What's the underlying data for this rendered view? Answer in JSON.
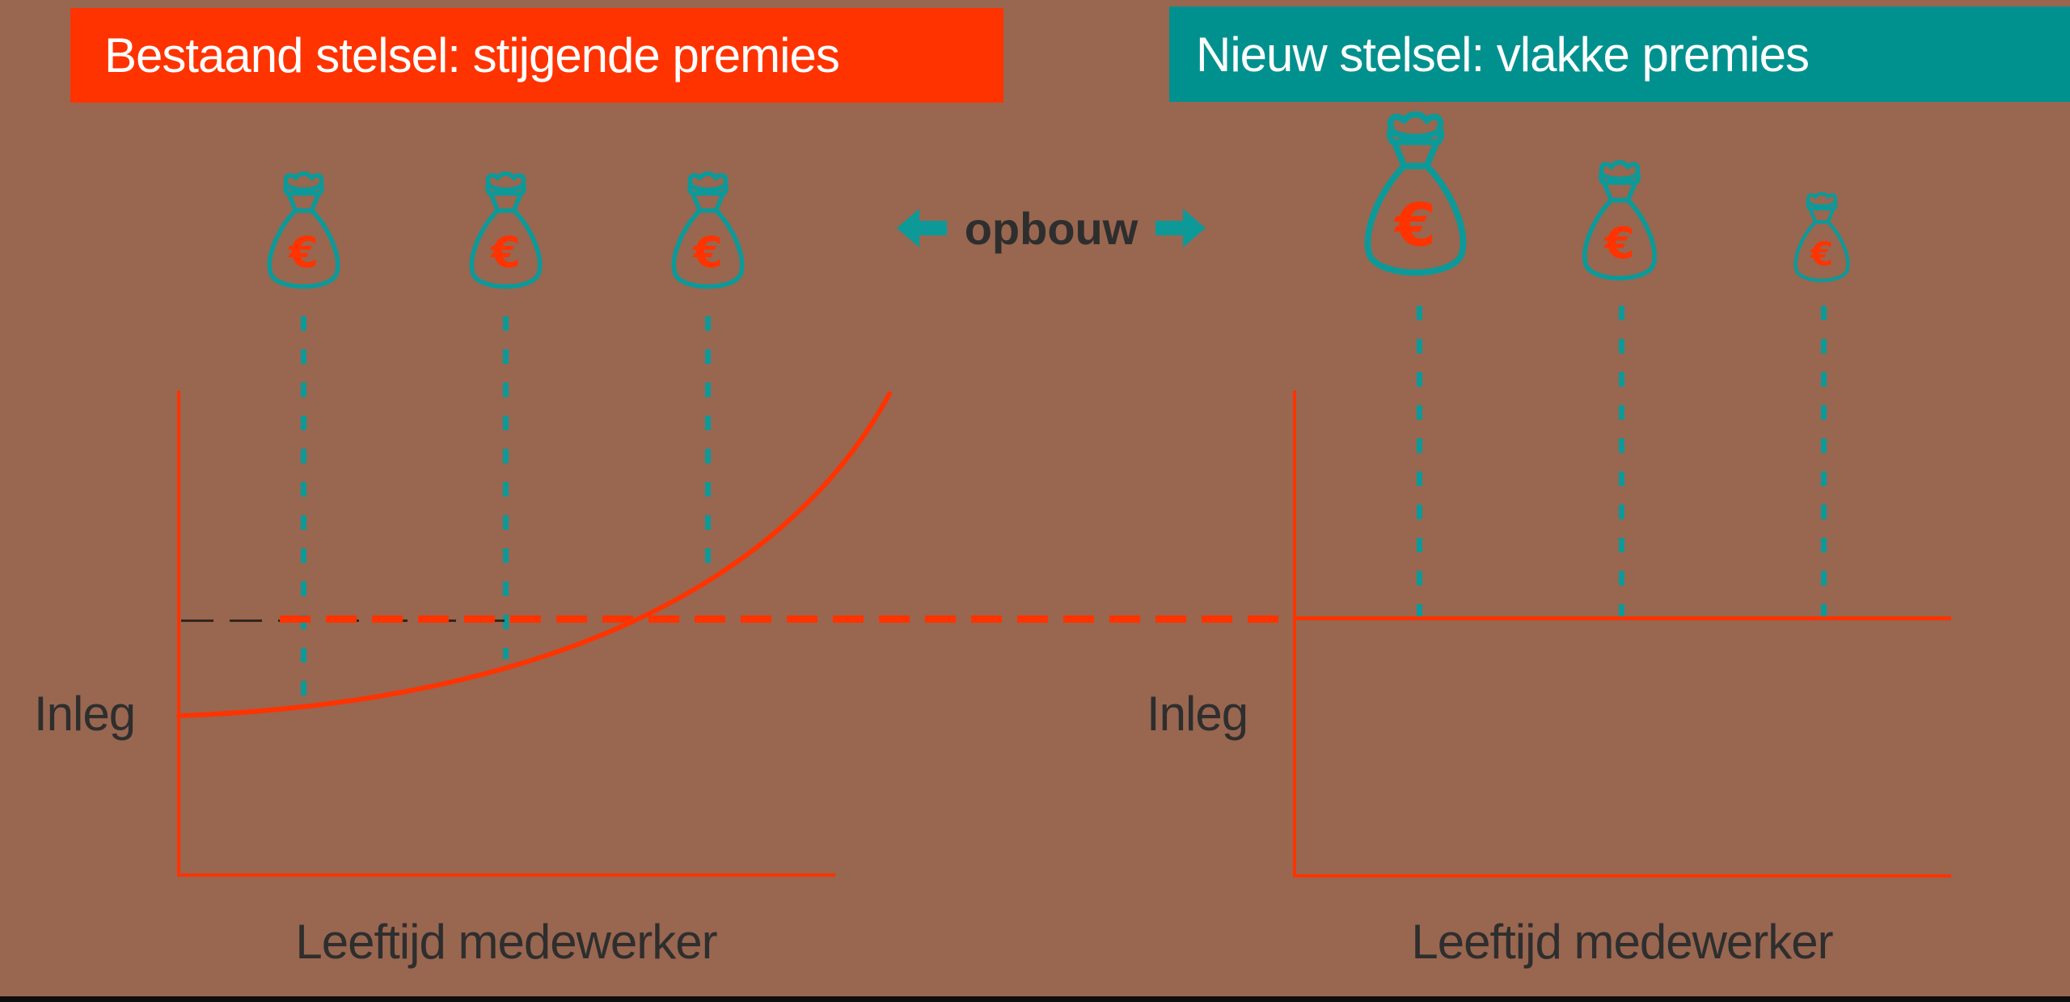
{
  "colors": {
    "background": "#996650",
    "orange": "#FF3300",
    "teal": "#0D9998",
    "teal_banner": "#00918F",
    "text_dark": "#2E2E2E",
    "dark_dash": "#33251C",
    "strip": "#0E0E0E"
  },
  "banners": {
    "left": "Bestaand stelsel: stijgende premies",
    "right": "Nieuw stelsel: vlakke premies"
  },
  "center": {
    "label": "opbouw"
  },
  "left_panel": {
    "y_label": "Inleg",
    "x_label": "Leeftijd medewerker",
    "bags": [
      {
        "symbol": "€"
      },
      {
        "symbol": "€"
      },
      {
        "symbol": "€"
      }
    ]
  },
  "right_panel": {
    "y_label": "Inleg",
    "x_label": "Leeftijd medewerker",
    "bags": [
      {
        "symbol": "€"
      },
      {
        "symbol": "€"
      },
      {
        "symbol": "€"
      }
    ]
  },
  "chart_data": [
    {
      "type": "line",
      "panel": "left",
      "title": "Bestaand stelsel: stijgende premies",
      "xlabel": "Leeftijd medewerker",
      "ylabel": "Inleg",
      "curve_shape": "exponentially rising premium curve starting low at young age",
      "reference_line": "horizontal dashed level (flat premium reference) crossed by the curve",
      "annotations": "three equally sized money bags above chart marking equal pension accrual moments",
      "grid": false,
      "axis_ticks": "none"
    },
    {
      "type": "line",
      "panel": "right",
      "title": "Nieuw stelsel: vlakke premies",
      "xlabel": "Leeftijd medewerker",
      "ylabel": "Inleg",
      "curve_shape": "flat horizontal premium line at the reference level",
      "reference_line": "same level continues as solid flat line",
      "annotations": "three money bags of decreasing size (large, medium, small) marking declining accrual with age",
      "grid": false,
      "axis_ticks": "none"
    }
  ]
}
